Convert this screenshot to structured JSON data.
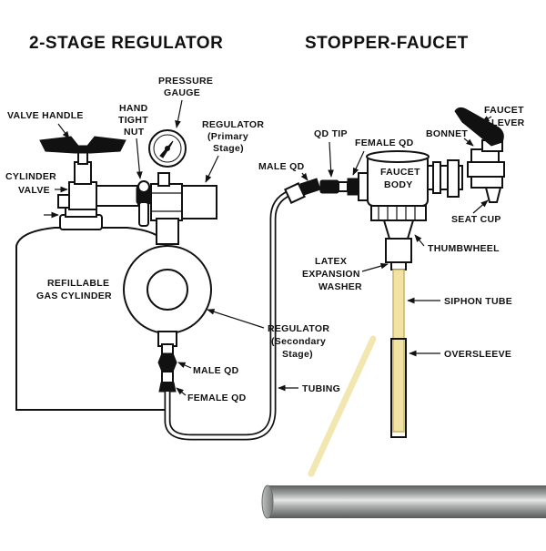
{
  "titles": {
    "left": "2-STAGE REGULATOR",
    "right": "STOPPER-FAUCET"
  },
  "labels": {
    "valve_handle": "VALVE HANDLE",
    "hand_tight_nut": [
      "HAND",
      "TIGHT",
      "NUT"
    ],
    "pressure_gauge": [
      "PRESSURE",
      "GAUGE"
    ],
    "regulator_primary": [
      "REGULATOR",
      "(Primary",
      "Stage)"
    ],
    "cylinder_valve": [
      "CYLINDER",
      "VALVE"
    ],
    "refillable_gas_cylinder": [
      "REFILLABLE",
      "GAS CYLINDER"
    ],
    "regulator_secondary": [
      "REGULATOR",
      "(Secondary",
      "Stage)"
    ],
    "male_qd_left": "MALE QD",
    "female_qd_left": "FEMALE QD",
    "tubing": "TUBING",
    "qd_tip": "QD TIP",
    "female_qd_right": "FEMALE QD",
    "male_qd_right": "MALE QD",
    "faucet_body": [
      "FAUCET",
      "BODY"
    ],
    "bonnet": "BONNET",
    "faucet_lever": [
      "FAUCET",
      "LEVER"
    ],
    "seat_cup": "SEAT CUP",
    "thumbwheel": "THUMBWHEEL",
    "latex_expansion_washer": [
      "LATEX",
      "EXPANSION",
      "WASHER"
    ],
    "siphon_tube": "SIPHON TUBE",
    "oversleeve": "OVERSLEEVE"
  },
  "colors": {
    "siphon": "#f0e3a4",
    "siphon_stroke": "#c8b46a",
    "rod_dark": "#6f7270",
    "rod_light": "#d9dcd9"
  }
}
